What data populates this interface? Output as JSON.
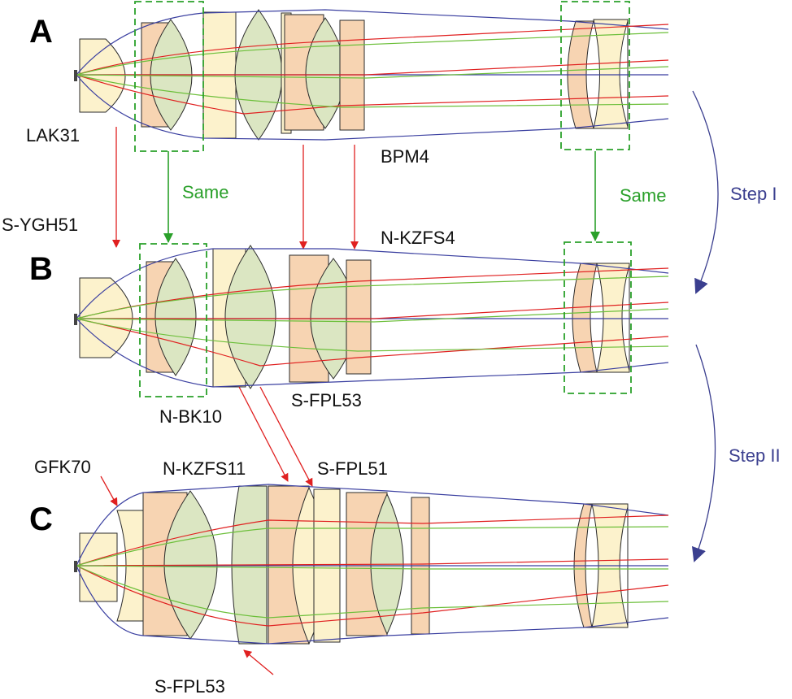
{
  "panels": {
    "a": "A",
    "b": "B",
    "c": "C"
  },
  "labels": {
    "lak31": "LAK31",
    "bpm4": "BPM4",
    "s_ygh51": "S-YGH51",
    "n_kzfs4": "N-KZFS4",
    "n_bk10": "N-BK10",
    "s_fpl53_b": "S-FPL53",
    "gfk70": "GFK70",
    "n_kzfs11": "N-KZFS11",
    "s_fpl51": "S-FPL51",
    "s_fpl53_c": "S-FPL53"
  },
  "annotations": {
    "same_1": "Same",
    "same_2": "Same"
  },
  "steps": {
    "step1": "Step I",
    "step2": "Step II"
  },
  "colors": {
    "envelope": "#3a3fa0",
    "ray_red": "#e02020",
    "ray_green": "#6cbf3a",
    "highlight_dash": "#2aa02a",
    "lens_beige": "#fcf2cc",
    "lens_peach": "#f7d4b2",
    "lens_green": "#dbe6c2"
  }
}
